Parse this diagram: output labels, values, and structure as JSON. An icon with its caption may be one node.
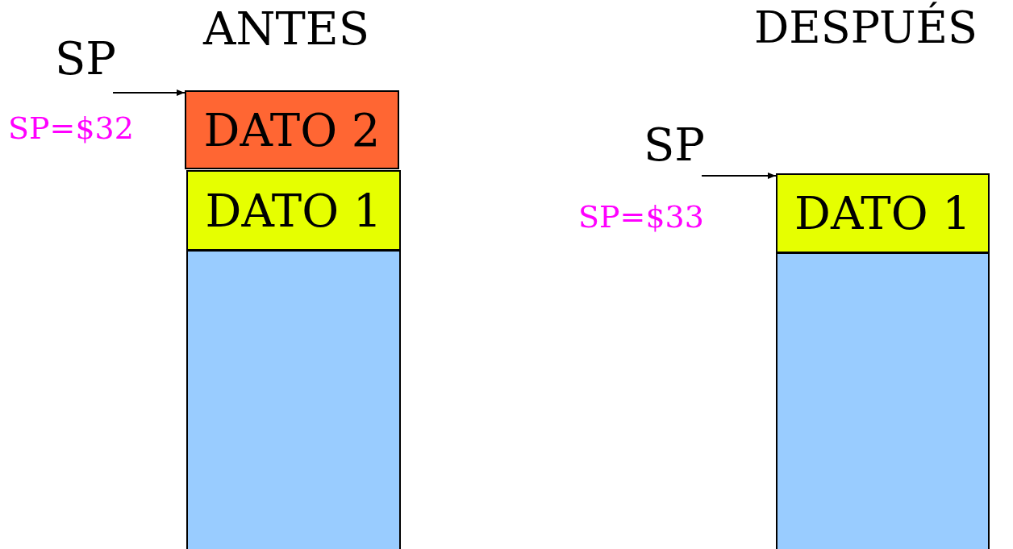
{
  "diagram": {
    "nodes": [
      {
        "text": [
          "SP"
        ]
      },
      {
        "text": [
          "DATO 2"
        ]
      },
      {
        "text": [
          "DATO 1"
        ]
      },
      {
        "text": [],
        "shape": "box"
      },
      {
        "text": [
          "SP"
        ]
      },
      {
        "text": [
          "DATO 1"
        ]
      },
      {
        "text": [],
        "shape": "box"
      }
    ],
    "edges": [
      {
        "from": 0,
        "to": 1,
        "arrow": "to"
      },
      {
        "from": 4,
        "to": 5,
        "arrow": "to"
      }
    ],
    "labels": [
      "ANTES",
      "SP=$32",
      "DESPUÉS",
      "SP=$33"
    ]
  }
}
